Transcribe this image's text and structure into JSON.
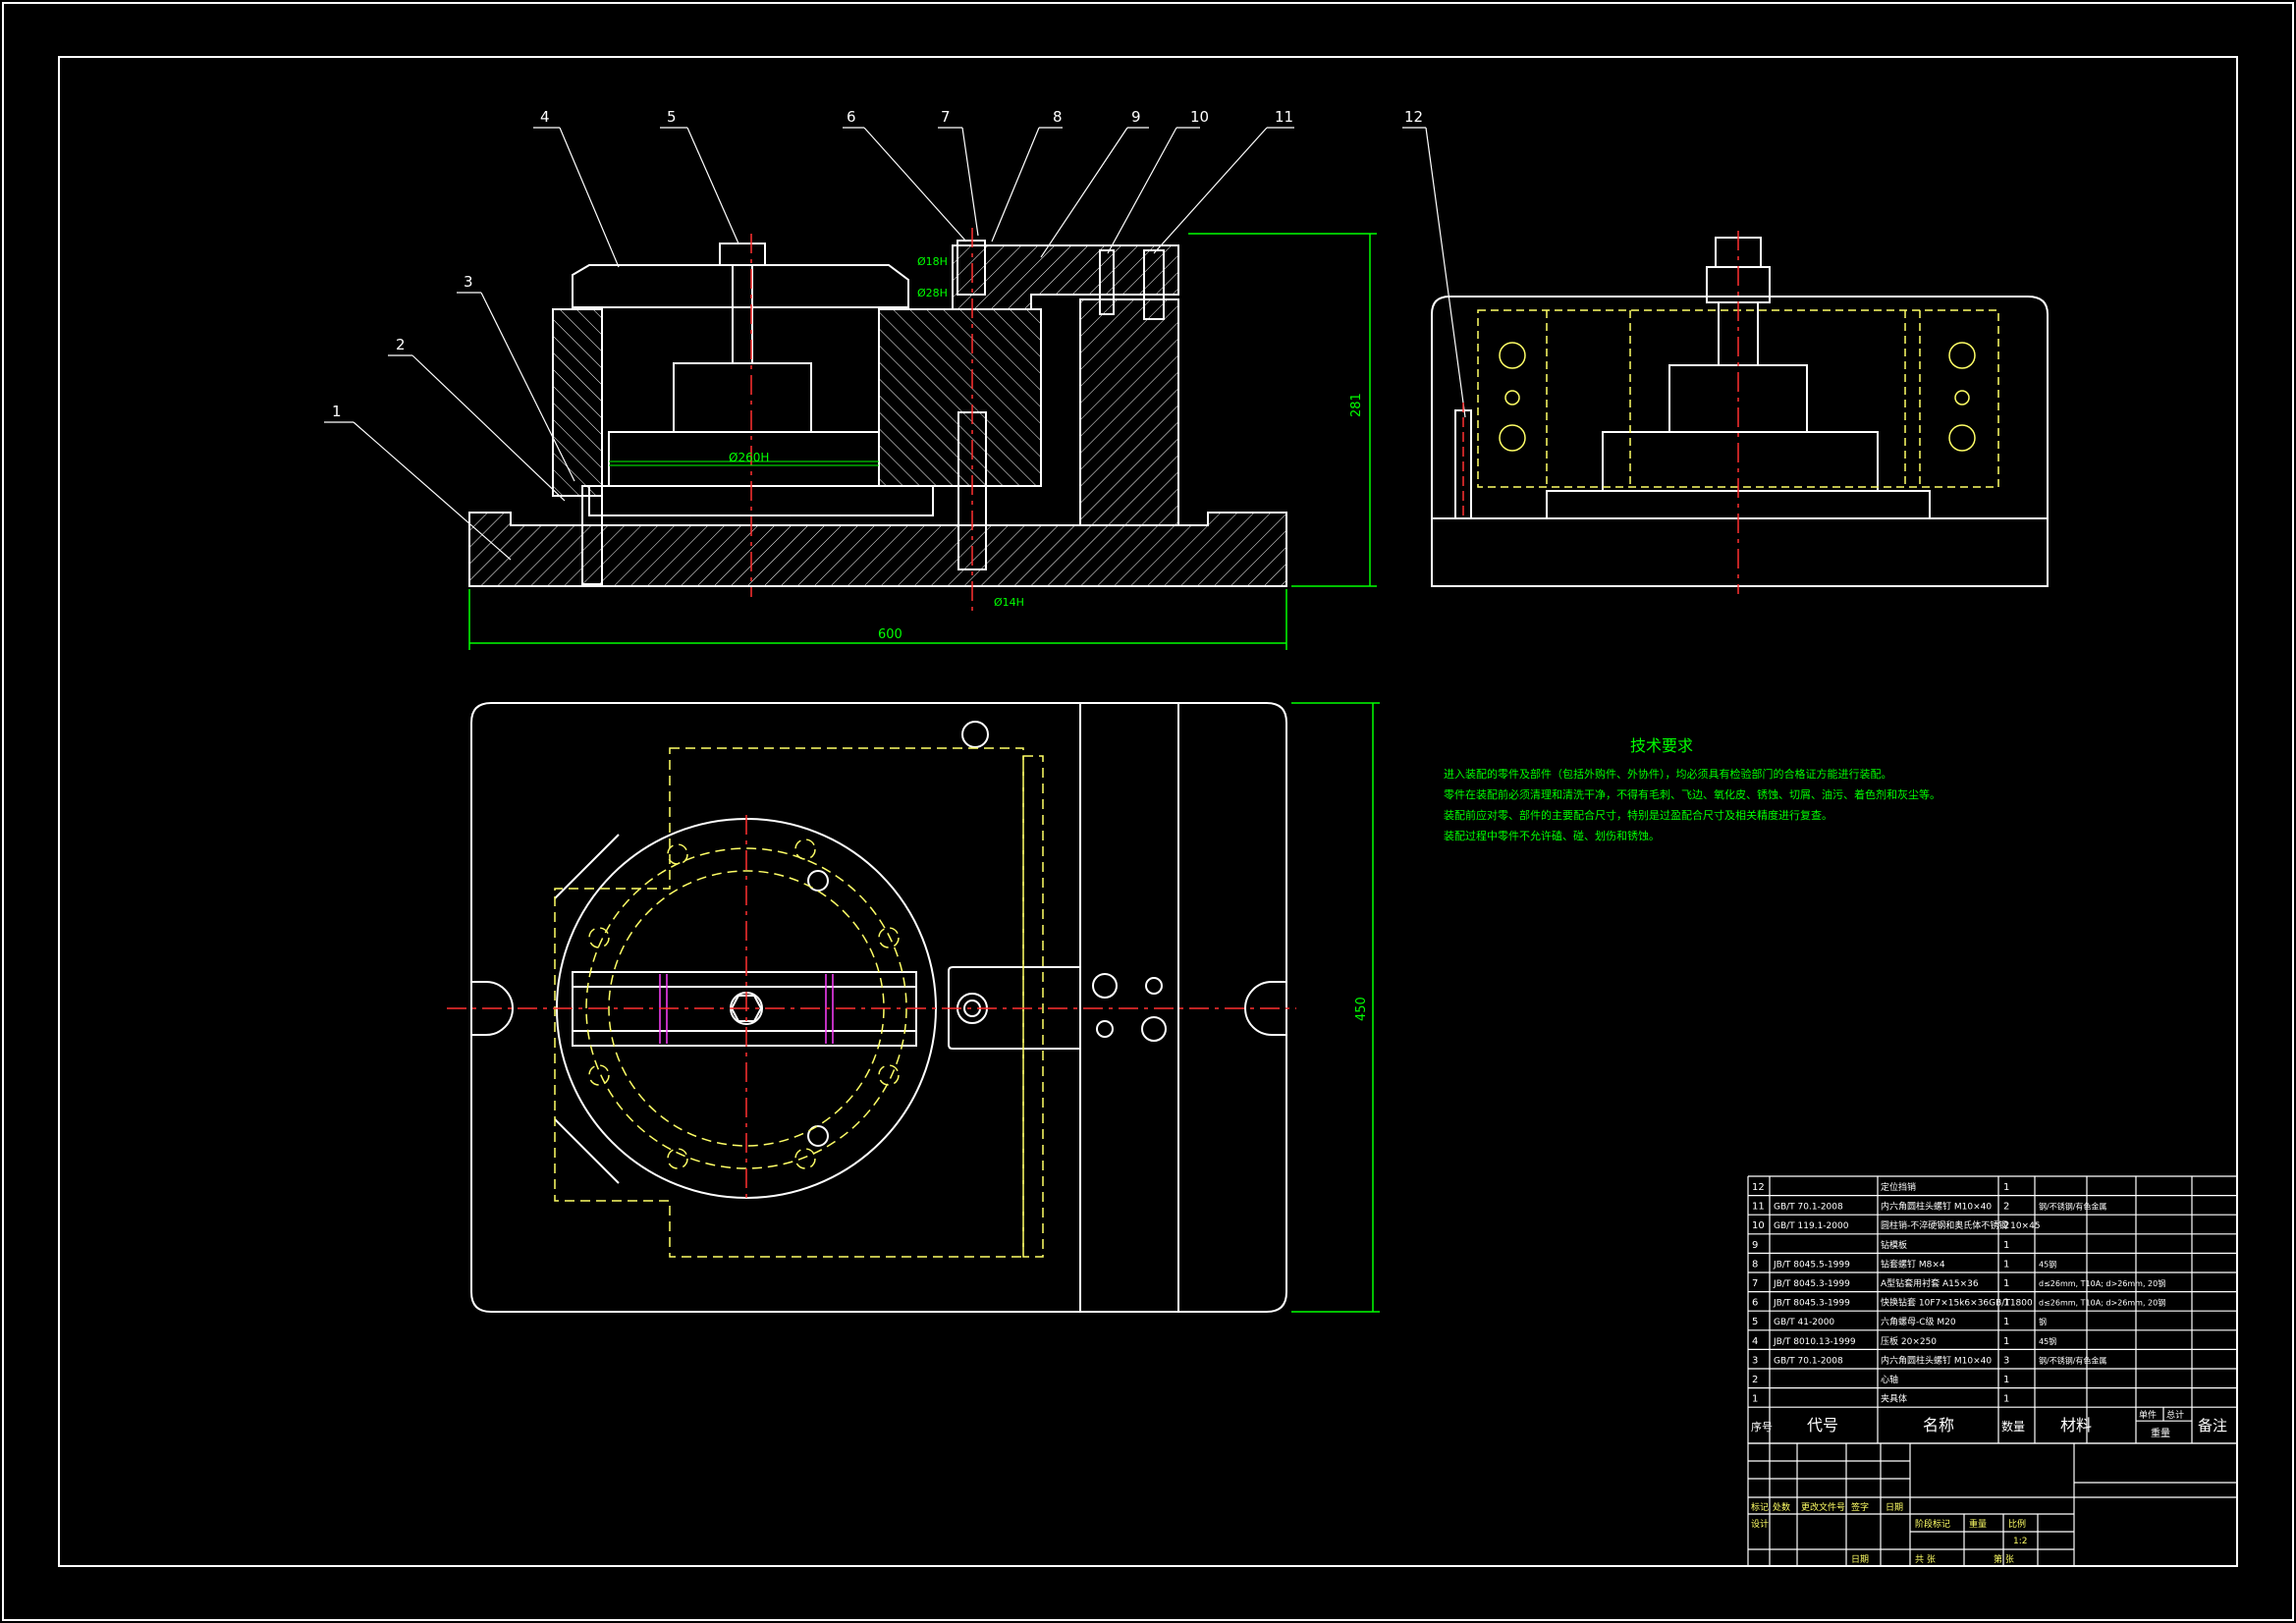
{
  "callouts": [
    "1",
    "2",
    "3",
    "4",
    "5",
    "6",
    "7",
    "8",
    "9",
    "10",
    "11",
    "12"
  ],
  "dimensions": {
    "width_600": "600",
    "height_281": "281",
    "height_450": "450",
    "d260": "Ø260H",
    "d18": "Ø18H",
    "d28": "Ø28H",
    "d14": "Ø14H"
  },
  "tech": {
    "title": "技术要求",
    "lines": [
      "进入装配的零件及部件（包括外购件、外协件），均必须具有检验部门的合格证方能进行装配。",
      "零件在装配前必须清理和清洗干净，不得有毛刺、飞边、氧化皮、锈蚀、切屑、油污、着色剂和灰尘等。",
      "装配前应对零、部件的主要配合尺寸，特别是过盈配合尺寸及相关精度进行复查。",
      "装配过程中零件不允许磕、碰、划伤和锈蚀。"
    ]
  },
  "bom": {
    "rows": [
      {
        "no": "12",
        "code": "",
        "name": "定位挡销",
        "qty": "1",
        "mat": "",
        "note": ""
      },
      {
        "no": "11",
        "code": "GB/T 70.1-2008",
        "name": "内六角圆柱头螺钉 M10×40",
        "qty": "2",
        "mat": "钢/不锈钢/有色金属",
        "note": ""
      },
      {
        "no": "10",
        "code": "GB/T 119.1-2000",
        "name": "圆柱销-不淬硬钢和奥氏体不锈钢 10×45",
        "qty": "2",
        "mat": "",
        "note": ""
      },
      {
        "no": "9",
        "code": "",
        "name": "钻模板",
        "qty": "1",
        "mat": "",
        "note": ""
      },
      {
        "no": "8",
        "code": "JB/T 8045.5-1999",
        "name": "钻套螺钉 M8×4",
        "qty": "1",
        "mat": "45钢",
        "note": ""
      },
      {
        "no": "7",
        "code": "JB/T 8045.3-1999",
        "name": "A型钻套用衬套 A15×36",
        "qty": "1",
        "mat": "d≤26mm, T10A; d>26mm, 20钢",
        "note": ""
      },
      {
        "no": "6",
        "code": "JB/T 8045.3-1999",
        "name": "快换钻套 10F7×15k6×36GB/T1800",
        "qty": "1",
        "mat": "d≤26mm, T10A; d>26mm, 20钢",
        "note": ""
      },
      {
        "no": "5",
        "code": "GB/T 41-2000",
        "name": "六角螺母-C级 M20",
        "qty": "1",
        "mat": "钢",
        "note": ""
      },
      {
        "no": "4",
        "code": "JB/T 8010.13-1999",
        "name": "压板 20×250",
        "qty": "1",
        "mat": "45钢",
        "note": ""
      },
      {
        "no": "3",
        "code": "GB/T 70.1-2008",
        "name": "内六角圆柱头螺钉 M10×40",
        "qty": "3",
        "mat": "钢/不锈钢/有色金属",
        "note": ""
      },
      {
        "no": "2",
        "code": "",
        "name": "心轴",
        "qty": "1",
        "mat": "",
        "note": ""
      },
      {
        "no": "1",
        "code": "",
        "name": "夹具体",
        "qty": "1",
        "mat": "",
        "note": ""
      }
    ],
    "header": {
      "no": "序号",
      "code": "代号",
      "name": "名称",
      "qty": "数量",
      "mat": "材料",
      "single": "单件",
      "total": "总计",
      "weight": "重量",
      "note": "备注"
    },
    "title_block": {
      "mark": "标记",
      "count": "处数",
      "zone": "更改文件号",
      "sign": "签字",
      "date": "日期",
      "design": "设计",
      "stage": "阶段标记",
      "wt": "重量",
      "scale": "比例",
      "scale_val": "1:2",
      "total_sheets": "共 张",
      "sheet": "第 张",
      "date2": "日期"
    }
  },
  "colors": {
    "bg": "#000000",
    "line": "#ffffff",
    "green": "#00ff00",
    "yellow": "#ffff66",
    "red": "#ff3030",
    "magenta": "#ff40ff",
    "border": "#ffffff"
  }
}
